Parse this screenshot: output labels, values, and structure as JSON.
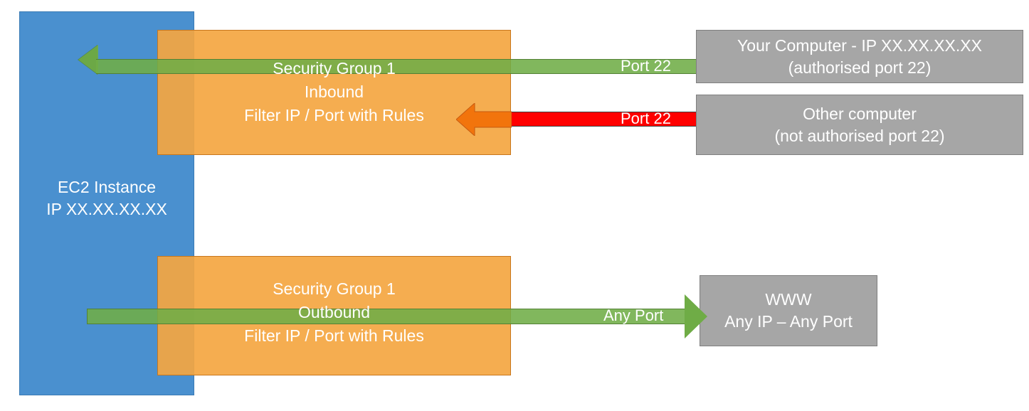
{
  "diagram": {
    "title": "AWS EC2 Security Group inbound/outbound traffic filtering",
    "colors": {
      "ec2_blue": "#4A90CF",
      "security_group_orange": "#F4A641",
      "allowed_green": "#70AD47",
      "blocked_red": "#FF0000",
      "blocked_arrow_orange": "#ED7D31",
      "endpoint_grey": "#A6A6A6",
      "text_white": "#FFFFFF"
    }
  },
  "ec2": {
    "line1": "EC2 Instance",
    "line2": "IP XX.XX.XX.XX"
  },
  "security_groups": {
    "inbound": {
      "line1": "Security Group 1",
      "line2": "Inbound",
      "line3": "Filter IP / Port with Rules"
    },
    "outbound": {
      "line1": "Security Group 1",
      "line2": "Outbound",
      "line3": "Filter IP / Port with Rules"
    }
  },
  "flows": {
    "allowed_inbound": {
      "port_label": "Port 22",
      "direction": "right-to-left",
      "status": "allowed"
    },
    "blocked_inbound": {
      "port_label": "Port 22",
      "direction": "right-to-left",
      "status": "blocked"
    },
    "allowed_outbound": {
      "port_label": "Any Port",
      "direction": "left-to-right",
      "status": "allowed"
    }
  },
  "endpoints": {
    "your_computer": {
      "line1": "Your Computer - IP XX.XX.XX.XX",
      "line2": "(authorised port 22)"
    },
    "other_computer": {
      "line1": "Other computer",
      "line2": "(not authorised port 22)"
    },
    "www": {
      "line1": "WWW",
      "line2": "Any IP – Any Port"
    }
  }
}
